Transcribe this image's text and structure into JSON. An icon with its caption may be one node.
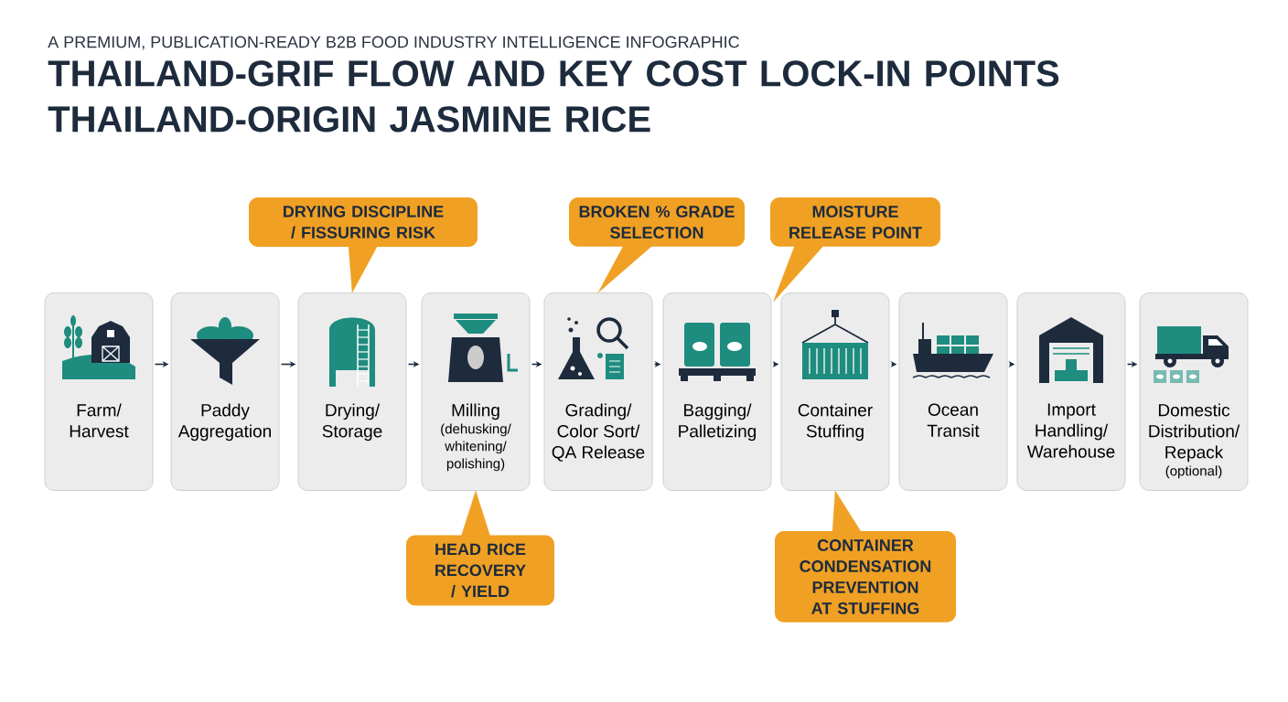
{
  "diagram": {
    "title": "THAILAND-GRIF FLOW AND KEY COST LOCK-IN POINTS THAILAND-ORIGIN JASMINE RICE",
    "nodes": [
      {
        "text": [
          "Farm/ Harvest"
        ]
      },
      {
        "text": [
          "Paddy Aggregation"
        ]
      },
      {
        "text": [
          "Drying/ Storage"
        ]
      },
      {
        "text": [
          "Milling",
          "(dehusking/ whitening/ polishing)"
        ]
      },
      {
        "text": [
          "Grading/ Color Sort/ QA Release"
        ]
      },
      {
        "text": [
          "Bagging/ Palletizing"
        ]
      },
      {
        "text": [
          "Container Stuffing"
        ]
      },
      {
        "text": [
          "Ocean Transit"
        ]
      },
      {
        "text": [
          "Import Handling/ Warehouse"
        ]
      },
      {
        "text": [
          "Domestic Distribution/ Repack",
          "(optional)"
        ]
      },
      {
        "text": [
          "DRYING DISCIPLINE / FISSURING RISK"
        ]
      },
      {
        "text": [
          "BROKEN % GRADE SELECTION"
        ]
      },
      {
        "text": [
          "MOISTURE RELEASE POINT"
        ]
      },
      {
        "text": [
          "HEAD RICE RECOVERY / YIELD"
        ]
      },
      {
        "text": [
          "CONTAINER CONDENSATION PREVENTION AT STUFFING"
        ]
      }
    ],
    "edges": [
      {
        "from": 0,
        "to": 1,
        "arrow": "to"
      },
      {
        "from": 1,
        "to": 2,
        "arrow": "to"
      },
      {
        "from": 2,
        "to": 3,
        "arrow": "to"
      },
      {
        "from": 3,
        "to": 4,
        "arrow": "to"
      },
      {
        "from": 4,
        "to": 5,
        "arrow": "to"
      },
      {
        "from": 5,
        "to": 6,
        "arrow": "to"
      },
      {
        "from": 6,
        "to": 7,
        "arrow": "to"
      },
      {
        "from": 7,
        "to": 8,
        "arrow": "to"
      },
      {
        "from": 8,
        "to": 9,
        "arrow": "to"
      },
      {
        "from": 10,
        "to": 2,
        "arrow": "to",
        "color": "#f0a023"
      },
      {
        "from": 11,
        "to": 4,
        "arrow": "to",
        "color": "#f0a023"
      },
      {
        "from": 12,
        "to": 6,
        "arrow": "to",
        "color": "#f0a023"
      },
      {
        "from": 13,
        "to": 3,
        "arrow": "to",
        "color": "#f0a023"
      },
      {
        "from": 14,
        "to": 6,
        "arrow": "to",
        "color": "#f0a023"
      }
    ],
    "labels": [
      "A PREMIUM, PUBLICATION-READY B2B FOOD INDUSTRY INTELLIGENCE INFOGRAPHIC"
    ]
  }
}
